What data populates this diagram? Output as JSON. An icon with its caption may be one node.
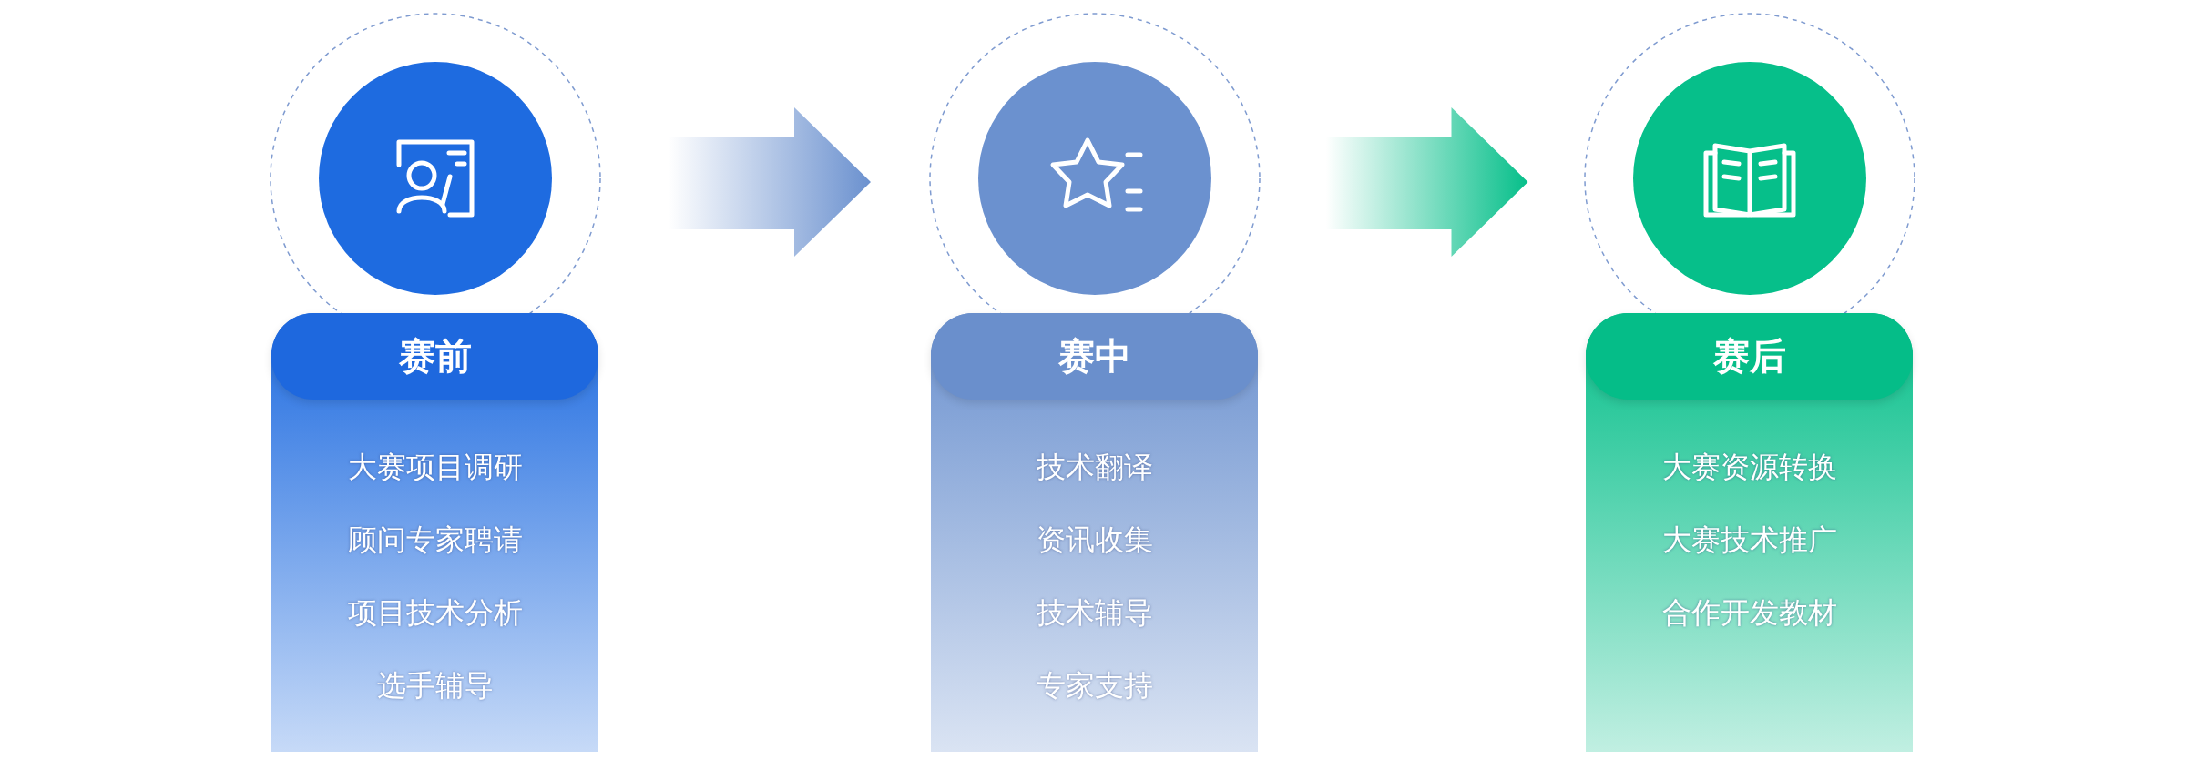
{
  "diagram": {
    "nodes": [
      {
        "text": [
          "赛前",
          "大赛项目调研",
          "顾问专家聘请",
          "项目技术分析",
          "选手辅导"
        ]
      },
      {
        "text": [
          "赛中",
          "技术翻译",
          "资讯收集",
          "技术辅导",
          "专家支持"
        ]
      },
      {
        "text": [
          "赛后",
          "大赛资源转换",
          "大赛技术推广",
          "合作开发教材"
        ]
      }
    ],
    "edges": [
      {
        "from": 0,
        "to": 1,
        "arrow": "to",
        "color": "#6b91cf"
      },
      {
        "from": 1,
        "to": 2,
        "arrow": "to",
        "color": "#06bf8a"
      }
    ]
  }
}
